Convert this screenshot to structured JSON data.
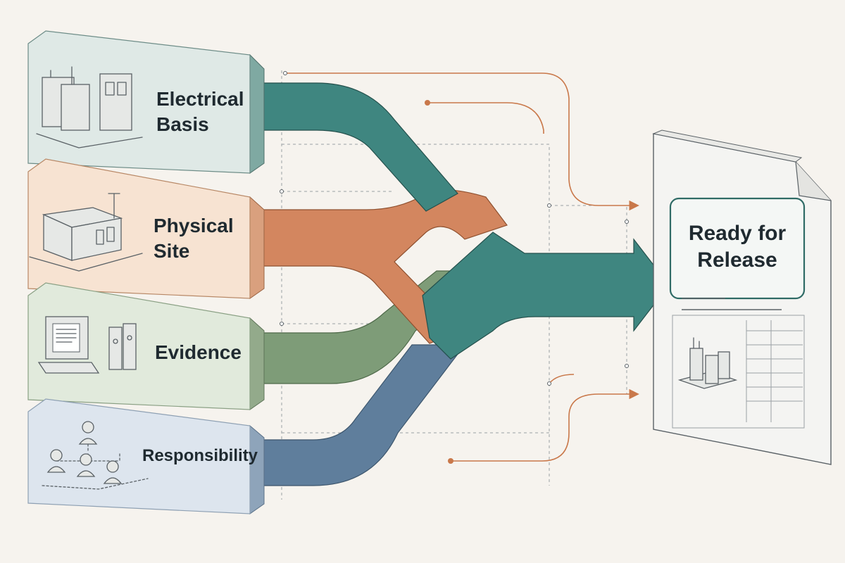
{
  "inputs": [
    {
      "id": "electrical",
      "lines": [
        "Electrical",
        "Basis"
      ],
      "color": "#3f8680",
      "panel": "#dfe9e6",
      "edge": "#7fa9a2"
    },
    {
      "id": "physical",
      "lines": [
        "Physical",
        "Site"
      ],
      "color": "#d3865f",
      "panel": "#f7e3d2",
      "edge": "#d9a07e"
    },
    {
      "id": "evidence",
      "lines": [
        "Evidence"
      ],
      "color": "#7e9c78",
      "panel": "#e1eadc",
      "edge": "#93aa8b"
    },
    {
      "id": "responsibility",
      "lines": [
        "Responsibility"
      ],
      "color": "#5f7e9c",
      "panel": "#dde5ee",
      "edge": "#8ea4ba"
    }
  ],
  "output": {
    "title_lines": [
      "Ready for",
      "Release"
    ],
    "title_color": "#2f6b66"
  },
  "colors": {
    "background": "#f6f3ee",
    "connector": "#c9784a",
    "output_arrow": "#3f8680"
  }
}
